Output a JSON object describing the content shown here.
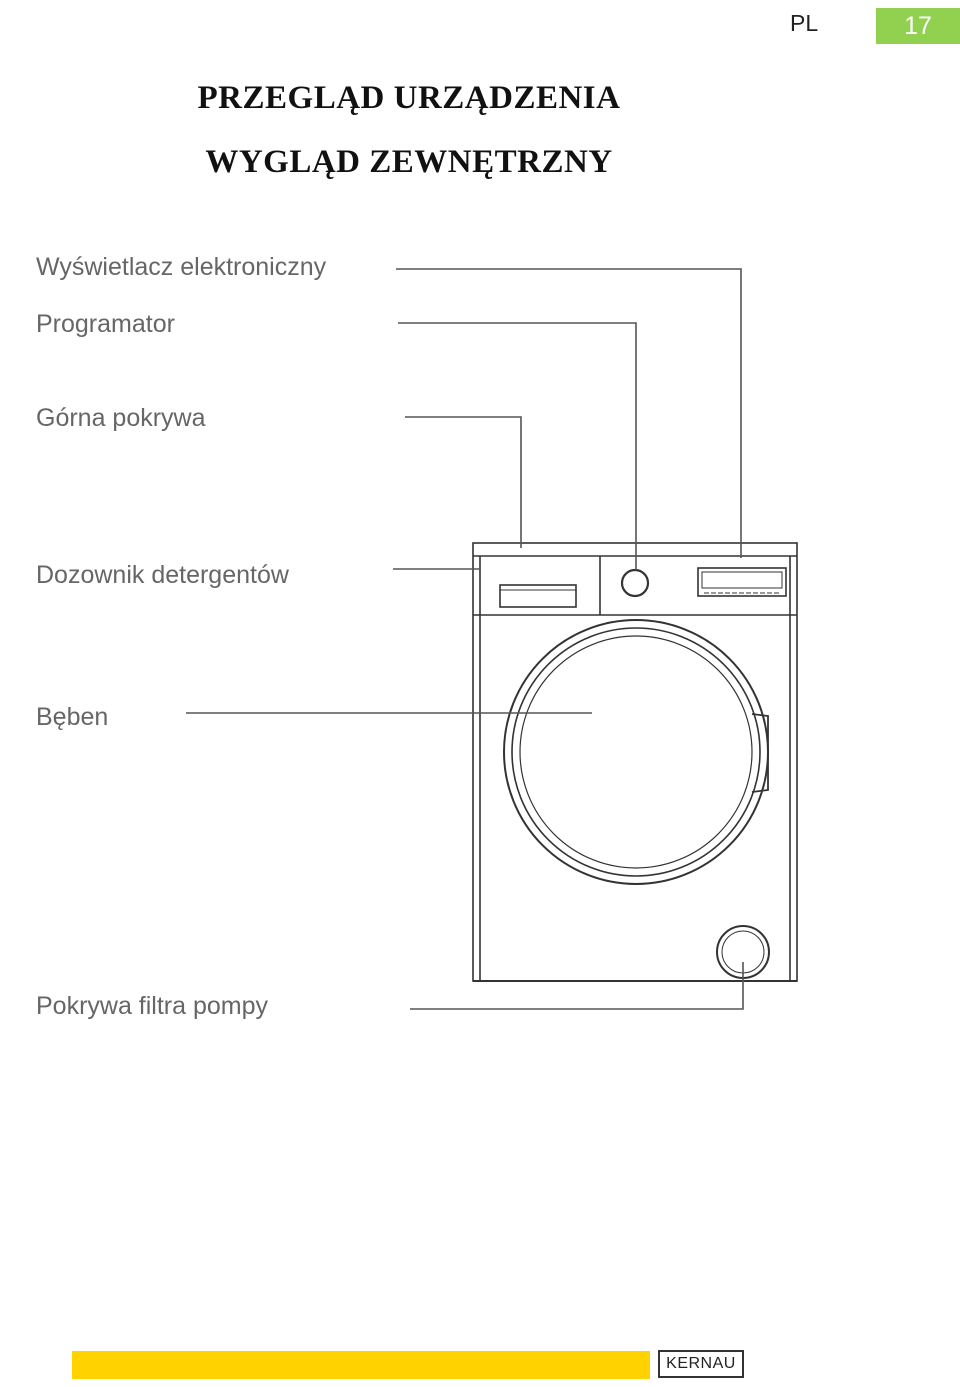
{
  "header": {
    "language": "PL",
    "page_number": "17",
    "badge_color": "#92d050"
  },
  "titles": {
    "section": "PRZEGLĄD URZĄDZENIA",
    "subsection": "WYGLĄD ZEWNĘTRZNY"
  },
  "diagram": {
    "labels": {
      "display": "Wyświetlacz elektroniczny",
      "programmer": "Programator",
      "top_cover": "Górna pokrywa",
      "detergent_dispenser": "Dozownik detergentów",
      "drum": "Bęben",
      "pump_filter_cover": "Pokrywa filtra pompy"
    },
    "icon": "washing-machine-line-drawing"
  },
  "footer": {
    "bar_color": "#ffd200",
    "brand": "KERNAU"
  }
}
